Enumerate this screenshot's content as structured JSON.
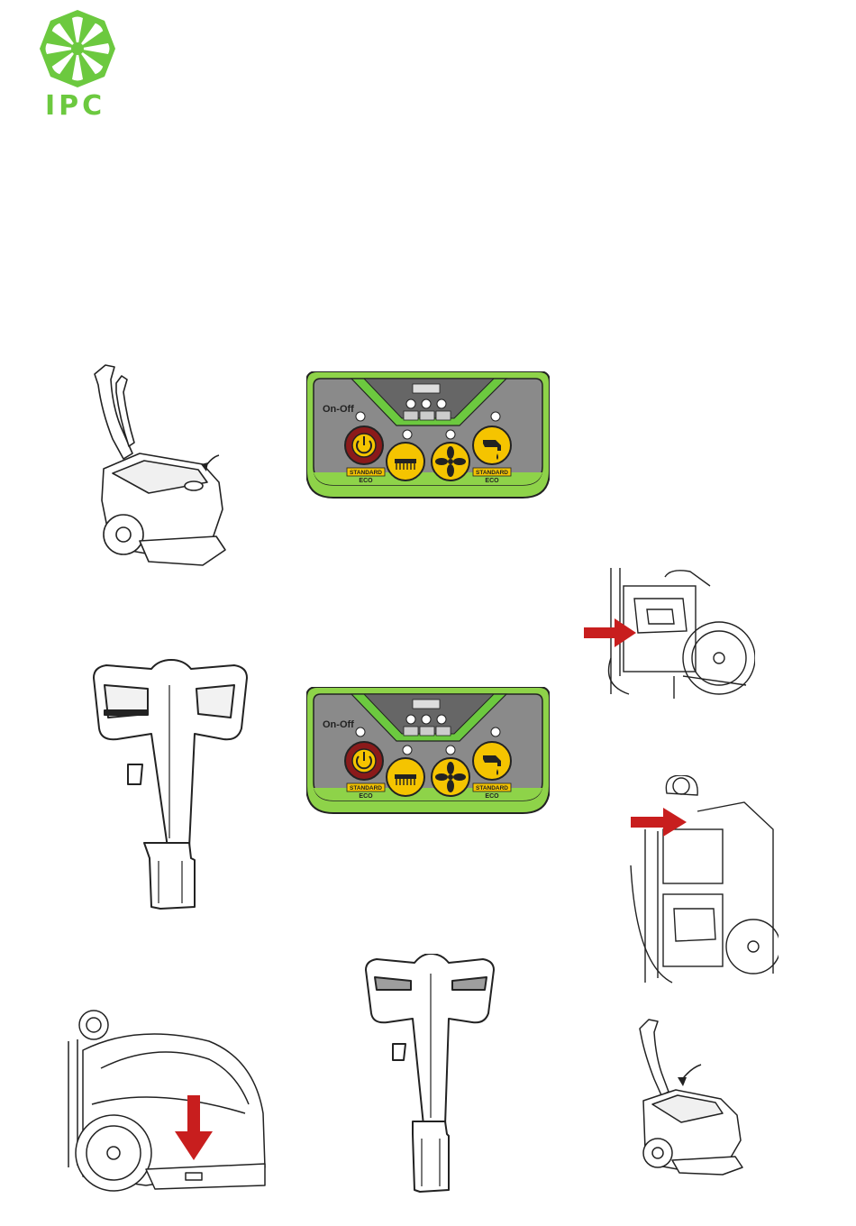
{
  "brand": {
    "name": "IPC",
    "logo_color": "#6cc93f"
  },
  "control_panel": {
    "on_off_label": "On-Off",
    "left_strip_top": "STANDARD",
    "left_strip_bottom": "ECO",
    "right_strip_top": "STANDARD",
    "right_strip_bottom": "ECO",
    "colors": {
      "frame": "#8ed349",
      "body": "#8a8a8a",
      "power_button": "#8b1a1a",
      "function_buttons": "#f5c400",
      "indicator_arrows": "#d42020"
    },
    "icons": [
      "power-icon",
      "brush-icon",
      "fan-icon",
      "water-tap-icon",
      "battery-icon"
    ]
  }
}
